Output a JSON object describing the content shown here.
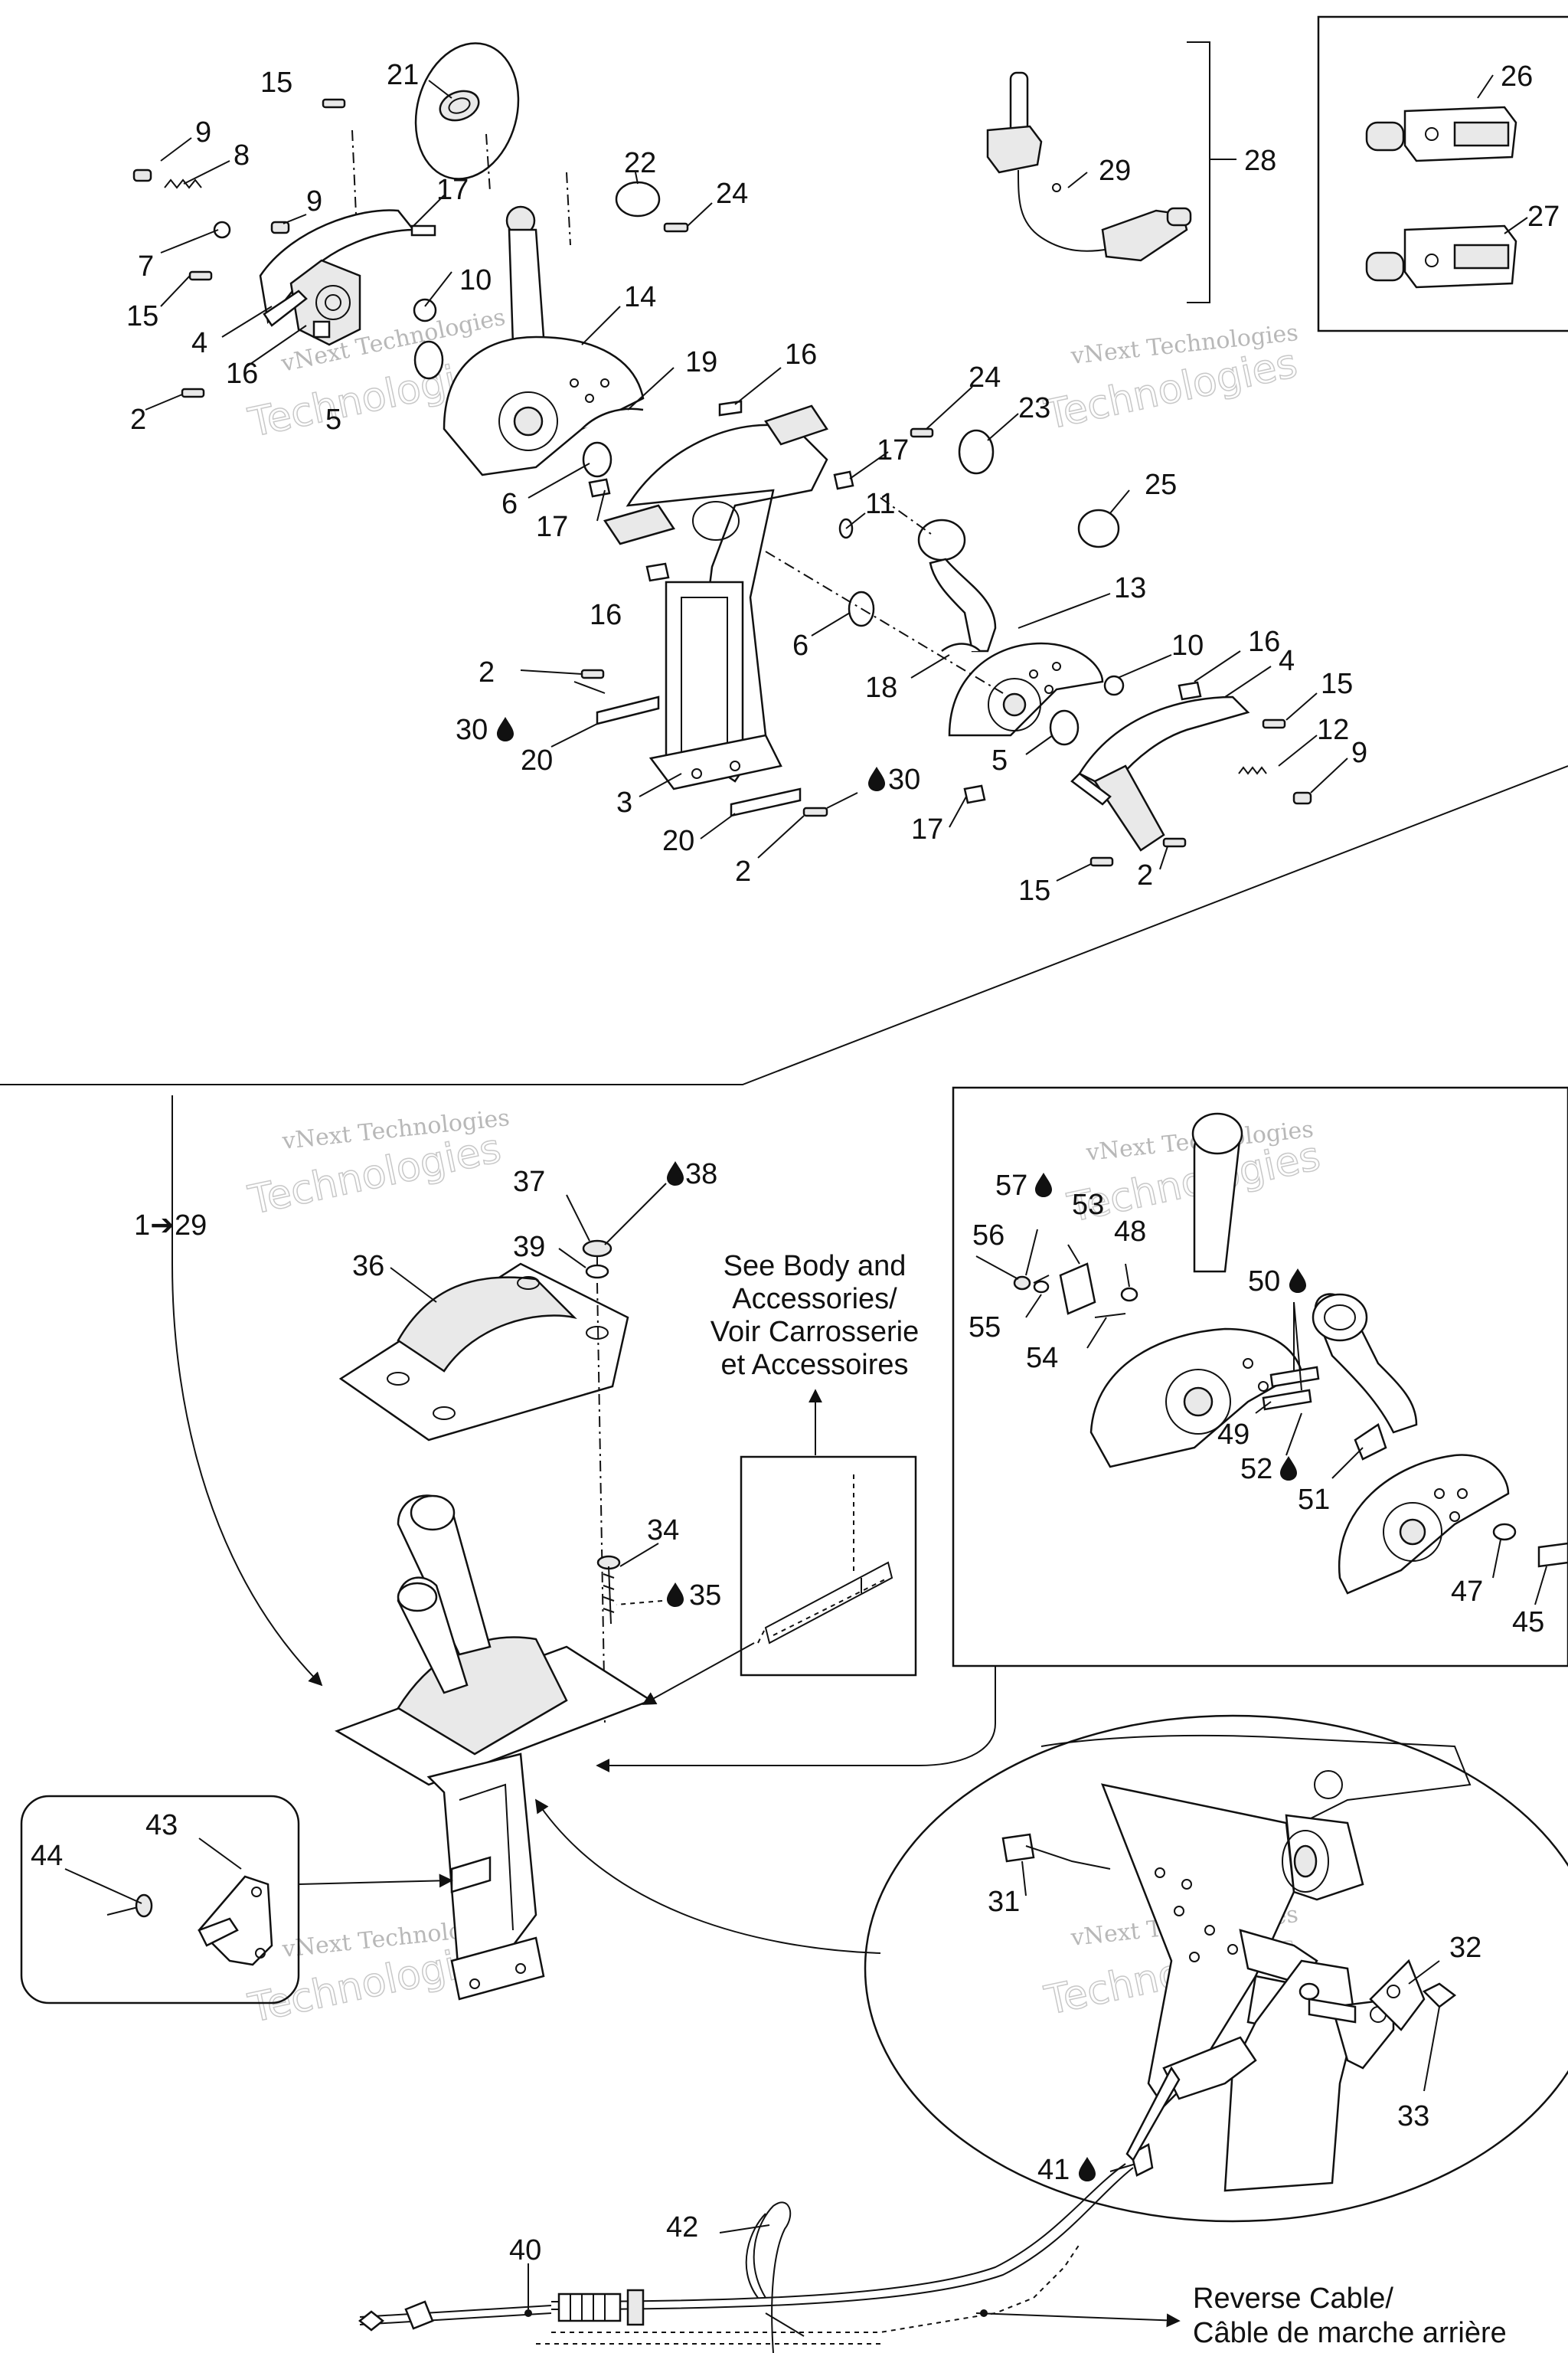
{
  "labels": {
    "top": [
      {
        "id": "l15a",
        "text": "15"
      },
      {
        "id": "l21",
        "text": "21"
      },
      {
        "id": "l9a",
        "text": "9"
      },
      {
        "id": "l8",
        "text": "8"
      },
      {
        "id": "l9b",
        "text": "9"
      },
      {
        "id": "l7",
        "text": "7"
      },
      {
        "id": "l17a",
        "text": "17"
      },
      {
        "id": "l22",
        "text": "22"
      },
      {
        "id": "l24a",
        "text": "24"
      },
      {
        "id": "l10a",
        "text": "10"
      },
      {
        "id": "l15b",
        "text": "15"
      },
      {
        "id": "l14",
        "text": "14"
      },
      {
        "id": "l4a",
        "text": "4"
      },
      {
        "id": "l16a",
        "text": "16"
      },
      {
        "id": "l16b",
        "text": "16"
      },
      {
        "id": "l19",
        "text": "19"
      },
      {
        "id": "l5a",
        "text": "5"
      },
      {
        "id": "l2a",
        "text": "2"
      },
      {
        "id": "l24b",
        "text": "24"
      },
      {
        "id": "l23",
        "text": "23"
      },
      {
        "id": "l17b",
        "text": "17"
      },
      {
        "id": "l6a",
        "text": "6"
      },
      {
        "id": "l17c",
        "text": "17"
      },
      {
        "id": "l11",
        "text": "11"
      },
      {
        "id": "l25",
        "text": "25"
      },
      {
        "id": "l16c",
        "text": "16"
      },
      {
        "id": "l13",
        "text": "13"
      },
      {
        "id": "l6b",
        "text": "6"
      },
      {
        "id": "l2b",
        "text": "2"
      },
      {
        "id": "l10b",
        "text": "10"
      },
      {
        "id": "l16d",
        "text": "16"
      },
      {
        "id": "l4b",
        "text": "4"
      },
      {
        "id": "l18",
        "text": "18"
      },
      {
        "id": "l15c",
        "text": "15"
      },
      {
        "id": "l30a",
        "text": "30"
      },
      {
        "id": "l12",
        "text": "12"
      },
      {
        "id": "l20a",
        "text": "20"
      },
      {
        "id": "l5b",
        "text": "5"
      },
      {
        "id": "l9c",
        "text": "9"
      },
      {
        "id": "l3",
        "text": "3"
      },
      {
        "id": "l30b",
        "text": "30"
      },
      {
        "id": "l17d",
        "text": "17"
      },
      {
        "id": "l20b",
        "text": "20"
      },
      {
        "id": "l2c",
        "text": "2"
      },
      {
        "id": "l15d",
        "text": "15"
      },
      {
        "id": "l2d",
        "text": "2"
      },
      {
        "id": "l29",
        "text": "29"
      },
      {
        "id": "l28",
        "text": "28"
      },
      {
        "id": "l26",
        "text": "26"
      },
      {
        "id": "l27",
        "text": "27"
      }
    ],
    "bottom": [
      {
        "id": "l37",
        "text": "37"
      },
      {
        "id": "l38",
        "text": "38"
      },
      {
        "id": "l1to29",
        "text": "1➔29"
      },
      {
        "id": "l39",
        "text": "39"
      },
      {
        "id": "l36",
        "text": "36"
      },
      {
        "id": "l34",
        "text": "34"
      },
      {
        "id": "l35",
        "text": "35"
      },
      {
        "id": "l43",
        "text": "43"
      },
      {
        "id": "l44",
        "text": "44"
      },
      {
        "id": "l57",
        "text": "57"
      },
      {
        "id": "l53",
        "text": "53"
      },
      {
        "id": "l56",
        "text": "56"
      },
      {
        "id": "l48",
        "text": "48"
      },
      {
        "id": "l55",
        "text": "55"
      },
      {
        "id": "l50",
        "text": "50"
      },
      {
        "id": "l54",
        "text": "54"
      },
      {
        "id": "l49",
        "text": "49"
      },
      {
        "id": "l52",
        "text": "52"
      },
      {
        "id": "l51",
        "text": "51"
      },
      {
        "id": "l47",
        "text": "47"
      },
      {
        "id": "l45",
        "text": "45"
      },
      {
        "id": "l31",
        "text": "31"
      },
      {
        "id": "l32",
        "text": "32"
      },
      {
        "id": "l33",
        "text": "33"
      },
      {
        "id": "l41",
        "text": "41"
      },
      {
        "id": "l40",
        "text": "40"
      },
      {
        "id": "l42",
        "text": "42"
      }
    ]
  },
  "notes": {
    "see_body_1": "See Body and",
    "see_body_2": "Accessories/",
    "see_body_3": "Voir Carrosserie",
    "see_body_4": "et Accessoires",
    "reverse_1": "Reverse Cable/",
    "reverse_2": "Câble de marche arrière"
  },
  "watermark": {
    "line1": "vNext Technologies",
    "line2": "Technologies"
  },
  "icons": {
    "drop": "sealant-drop-icon",
    "arrow": "see-arrow-icon"
  },
  "colors": {
    "ink": "#111111",
    "watermark": "#b8b8b8",
    "background": "#ffffff"
  }
}
